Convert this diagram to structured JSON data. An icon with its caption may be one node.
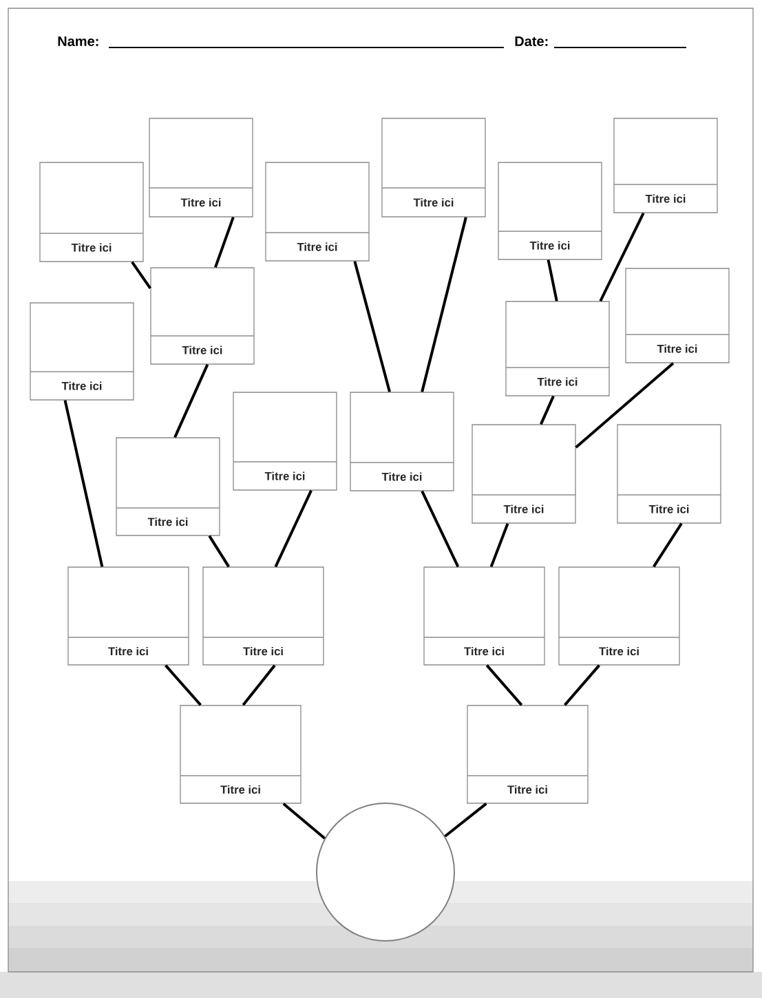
{
  "diagram": {
    "nodes": [
      {
        "text": [
          "Titre ici"
        ]
      },
      {
        "text": [
          "Titre ici"
        ]
      },
      {
        "text": [
          "Titre ici"
        ]
      },
      {
        "text": [
          "Titre ici"
        ]
      },
      {
        "text": [
          "Titre ici"
        ]
      },
      {
        "text": [
          "Titre ici"
        ]
      },
      {
        "text": [
          "Titre ici"
        ]
      },
      {
        "text": [
          "Titre ici"
        ]
      },
      {
        "text": [
          "Titre ici"
        ]
      },
      {
        "text": [
          "Titre ici"
        ]
      },
      {
        "text": [
          "Titre ici"
        ]
      },
      {
        "text": [
          "Titre ici"
        ]
      },
      {
        "text": [
          "Titre ici"
        ]
      },
      {
        "text": [
          "Titre ici"
        ]
      },
      {
        "text": [
          "Titre ici"
        ]
      },
      {
        "text": [
          "Titre ici"
        ]
      },
      {
        "text": [
          "Titre ici"
        ]
      },
      {
        "text": [
          "Titre ici"
        ]
      },
      {
        "text": [
          "Titre ici"
        ]
      },
      {
        "text": [
          "Titre ici"
        ]
      },
      {
        "text": [
          "Titre ici"
        ]
      },
      {
        "text": [],
        "shape": "circle"
      }
    ],
    "edges": [
      {
        "from": 21,
        "to": 19,
        "arrow": "none"
      },
      {
        "from": 21,
        "to": 20,
        "arrow": "none"
      },
      {
        "from": 19,
        "to": 15,
        "arrow": "none"
      },
      {
        "from": 19,
        "to": 16,
        "arrow": "none"
      },
      {
        "from": 20,
        "to": 17,
        "arrow": "none"
      },
      {
        "from": 20,
        "to": 18,
        "arrow": "none"
      },
      {
        "from": 15,
        "to": 8,
        "arrow": "none"
      },
      {
        "from": 16,
        "to": 12,
        "arrow": "none"
      },
      {
        "from": 16,
        "to": 10,
        "arrow": "none"
      },
      {
        "from": 17,
        "to": 11,
        "arrow": "none"
      },
      {
        "from": 17,
        "to": 13,
        "arrow": "none"
      },
      {
        "from": 18,
        "to": 14,
        "arrow": "none"
      },
      {
        "from": 12,
        "to": 6,
        "arrow": "none"
      },
      {
        "from": 11,
        "to": 4,
        "arrow": "none"
      },
      {
        "from": 11,
        "to": 1,
        "arrow": "none"
      },
      {
        "from": 13,
        "to": 9,
        "arrow": "none"
      },
      {
        "from": 13,
        "to": 7,
        "arrow": "none"
      },
      {
        "from": 6,
        "to": 3,
        "arrow": "none"
      },
      {
        "from": 6,
        "to": 0,
        "arrow": "none"
      },
      {
        "from": 9,
        "to": 5,
        "arrow": "none"
      },
      {
        "from": 9,
        "to": 2,
        "arrow": "none"
      }
    ],
    "labels": [
      "Name:",
      "Date:"
    ]
  }
}
